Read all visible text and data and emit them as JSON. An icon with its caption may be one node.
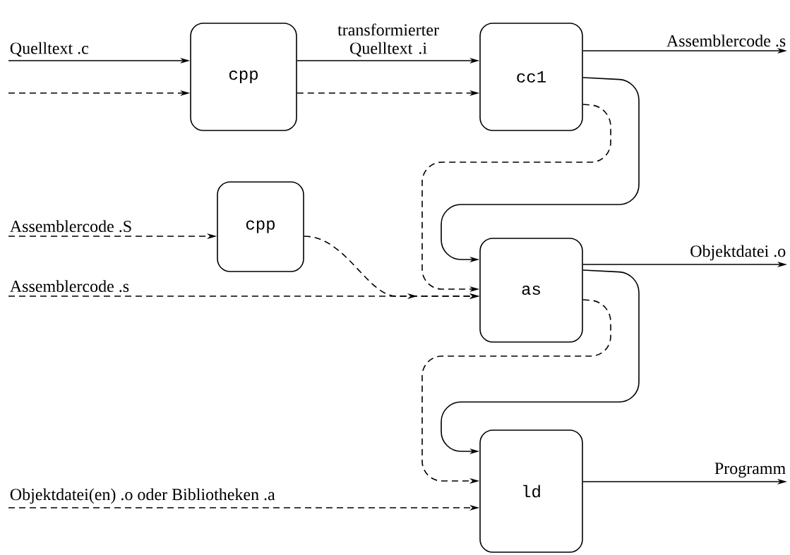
{
  "diagram": {
    "nodes": [
      {
        "text": [
          "cpp"
        ]
      },
      {
        "text": [
          "cc1"
        ]
      },
      {
        "text": [
          "cpp"
        ]
      },
      {
        "text": [
          "as"
        ]
      },
      {
        "text": [
          "ld"
        ]
      }
    ],
    "edges": [
      {
        "from": null,
        "to": 0,
        "arrow": "to",
        "label": "Quelltext .c"
      },
      {
        "from": null,
        "to": 0,
        "arrow": "to",
        "style": "dashed"
      },
      {
        "from": 0,
        "to": 1,
        "arrow": "to",
        "label": "transformierter Quelltext .i"
      },
      {
        "from": 0,
        "to": 1,
        "arrow": "to",
        "style": "dashed"
      },
      {
        "from": 1,
        "to": null,
        "arrow": "to",
        "label": "Assemblercode .s"
      },
      {
        "from": 1,
        "to": 3,
        "arrow": "to"
      },
      {
        "from": 1,
        "to": 3,
        "arrow": "to",
        "style": "dashed"
      },
      {
        "from": null,
        "to": 2,
        "arrow": "to",
        "style": "dashed",
        "label": "Assemblercode .S"
      },
      {
        "from": 2,
        "to": 3,
        "arrow": "to",
        "style": "dashed"
      },
      {
        "from": null,
        "to": 3,
        "arrow": "to",
        "style": "dashed",
        "label": "Assemblercode .s"
      },
      {
        "from": 3,
        "to": null,
        "arrow": "to",
        "label": "Objektdatei .o"
      },
      {
        "from": 3,
        "to": 4,
        "arrow": "to"
      },
      {
        "from": 3,
        "to": 4,
        "arrow": "to",
        "style": "dashed"
      },
      {
        "from": null,
        "to": 4,
        "arrow": "to",
        "style": "dashed",
        "label": "Objektdatei(en) .o oder Bibliotheken .a"
      },
      {
        "from": 4,
        "to": null,
        "arrow": "to",
        "label": "Programm"
      }
    ]
  }
}
